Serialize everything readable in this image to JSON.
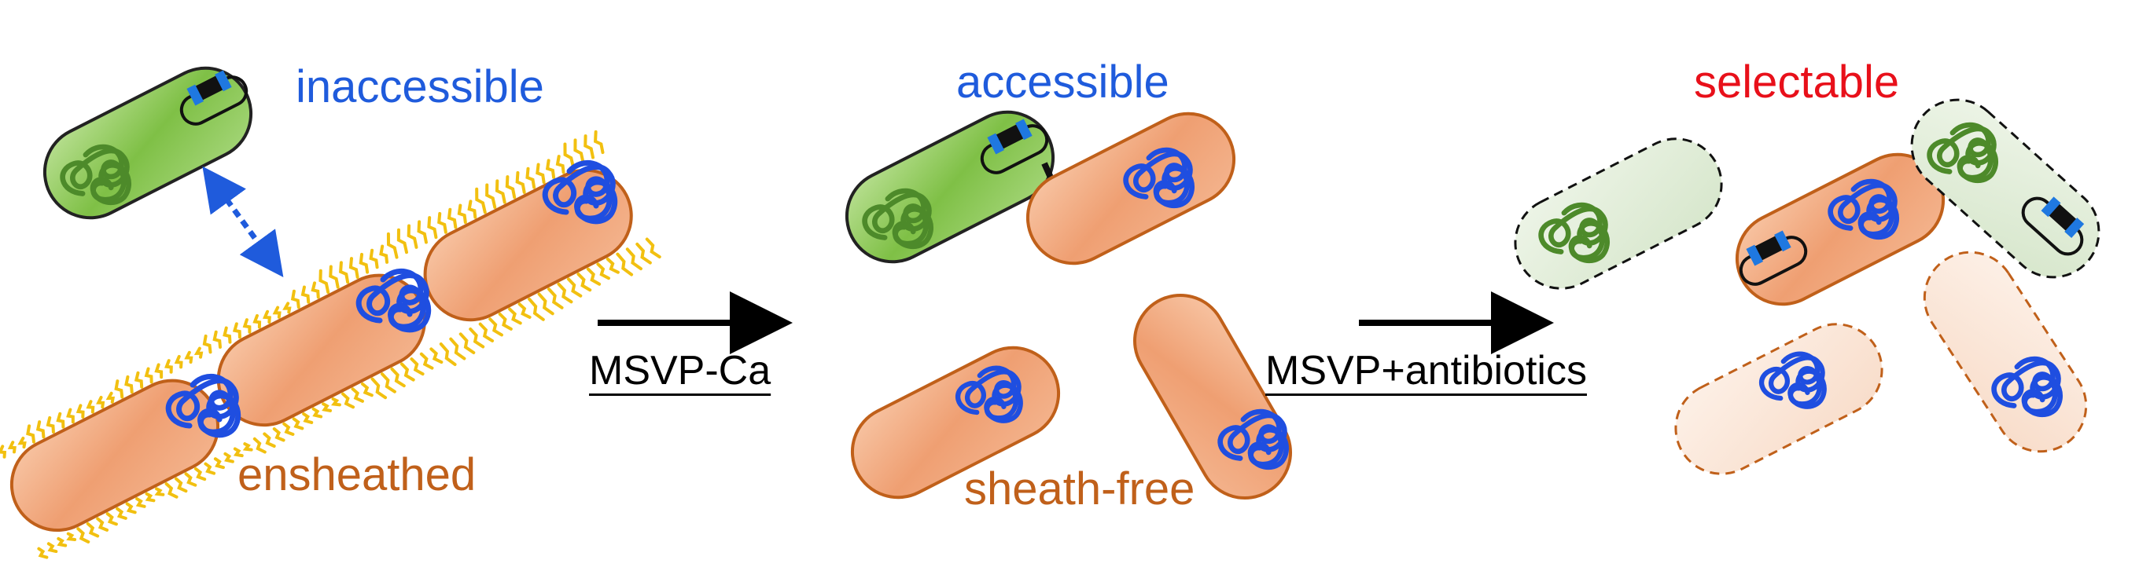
{
  "labels": {
    "inaccessible": "inaccessible",
    "ensheathed": "ensheathed",
    "accessible": "accessible",
    "sheath_free": "sheath-free",
    "selectable": "selectable",
    "step1_method": "MSVP-Ca",
    "step2_method": "MSVP+antibiotics"
  },
  "colors": {
    "label_blue": "#1f5bdc",
    "label_orange": "#c0601a",
    "label_red": "#e8101a",
    "green_cell": "#8ccb55",
    "green_cell_faded": "#dbe9d2",
    "orange_cell": "#f2ad84",
    "orange_cell_faded": "#fbe4d6",
    "dna_blue": "#1f4ee0",
    "dna_green": "#4d8a2a",
    "sheath_yellow": "#f2c010",
    "outline_green": "#222222",
    "outline_orange": "#c0601a"
  }
}
